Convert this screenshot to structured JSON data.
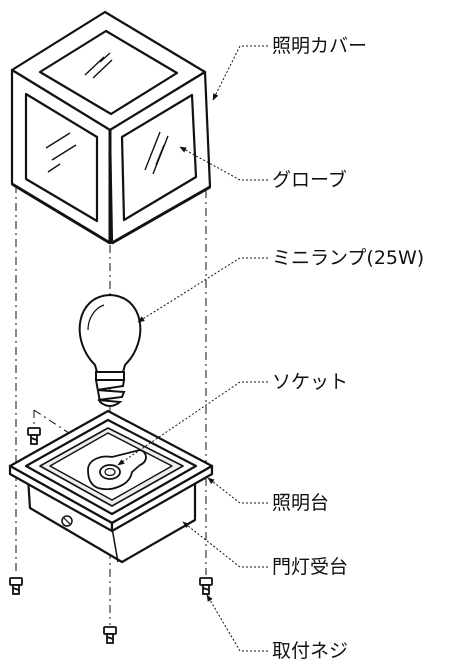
{
  "labels": {
    "cover": "照明カバー",
    "globe": "グローブ",
    "lamp": "ミニランプ(25W)",
    "socket": "ソケット",
    "base": "照明台",
    "gate_base": "門灯受台",
    "screws": "取付ネジ"
  },
  "colors": {
    "line": "#111111",
    "glass": "#d8d8d8",
    "background": "#ffffff"
  }
}
